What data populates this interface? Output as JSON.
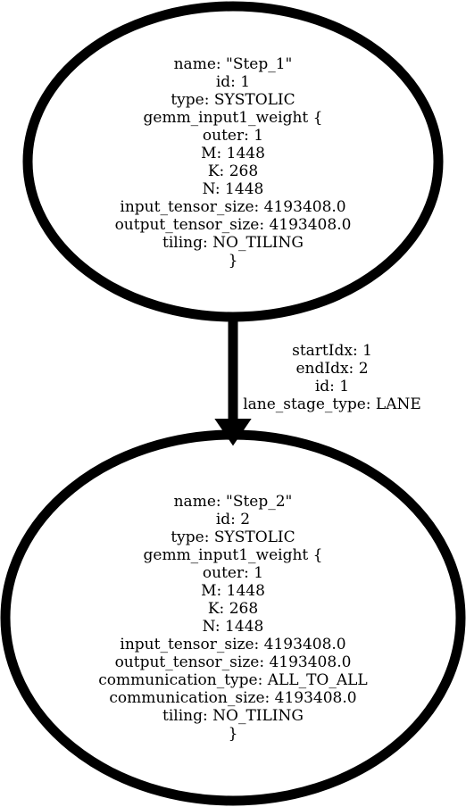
{
  "colors": {
    "stroke": "#000000",
    "background": "#ffffff",
    "text": "#000000"
  },
  "nodes": [
    {
      "lines": [
        "name: \"Step_1\"",
        "id: 1",
        "type: SYSTOLIC",
        "gemm_input1_weight {",
        "outer: 1",
        "M: 1448",
        "K: 268",
        "N: 1448",
        "input_tensor_size: 4193408.0",
        "output_tensor_size: 4193408.0",
        "tiling: NO_TILING",
        "}"
      ]
    },
    {
      "lines": [
        "name: \"Step_2\"",
        "id: 2",
        "type: SYSTOLIC",
        "gemm_input1_weight {",
        "outer: 1",
        "M: 1448",
        "K: 268",
        "N: 1448",
        "input_tensor_size: 4193408.0",
        "output_tensor_size: 4193408.0",
        "communication_type: ALL_TO_ALL",
        "communication_size: 4193408.0",
        "tiling: NO_TILING",
        "}"
      ]
    }
  ],
  "edge": {
    "lines": [
      "startIdx: 1",
      "endIdx: 2",
      "id: 1",
      "lane_stage_type: LANE"
    ]
  }
}
